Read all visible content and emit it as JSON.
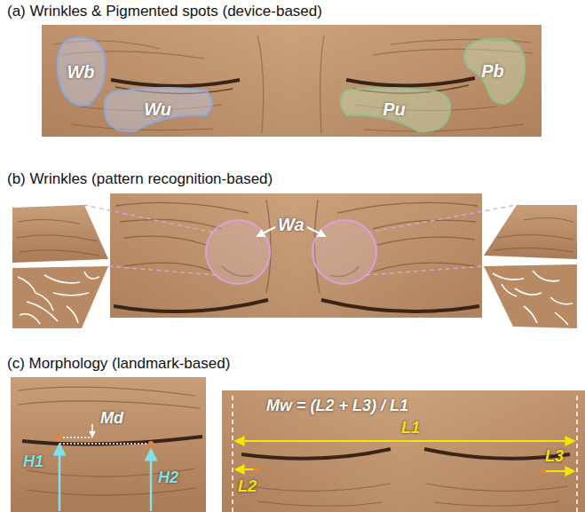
{
  "diagram": {
    "nodes": [
      {
        "text": [
          "Wb"
        ]
      },
      {
        "text": [
          "Wu"
        ]
      },
      {
        "text": [
          "Pu"
        ]
      },
      {
        "text": [
          "Pb"
        ]
      }
    ],
    "labels": [
      "(a) Wrinkles & Pigmented spots (device-based)",
      "(b) Wrinkles (pattern recognition-based)",
      "Wa",
      "(c) Morphology (landmark-based)",
      "Md",
      "H1",
      "H2",
      "Mw = (L2 + L3) / L1",
      "L1",
      "L2",
      "L3"
    ]
  }
}
